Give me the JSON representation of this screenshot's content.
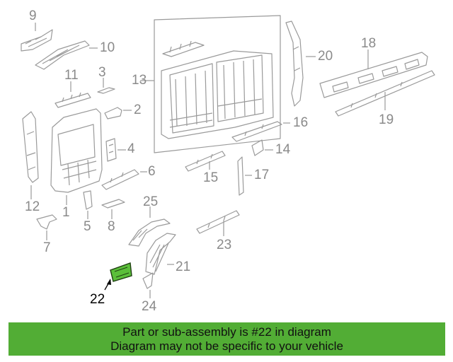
{
  "colors": {
    "line": "#9a9a9a",
    "highlight_fill": "#5bbf3a",
    "highlight_stroke": "#1f3f12",
    "banner_bg": "#52ad35",
    "callout_active": "#000000"
  },
  "callouts": [
    "1",
    "2",
    "3",
    "4",
    "5",
    "6",
    "7",
    "8",
    "9",
    "10",
    "11",
    "12",
    "13",
    "14",
    "15",
    "16",
    "17",
    "18",
    "19",
    "20",
    "21",
    "22",
    "23",
    "24",
    "25"
  ],
  "highlighted_part": "22",
  "banner": {
    "line1": "Part or sub-assembly is #22 in diagram",
    "line2": "Diagram may not be specific to your vehicle"
  }
}
